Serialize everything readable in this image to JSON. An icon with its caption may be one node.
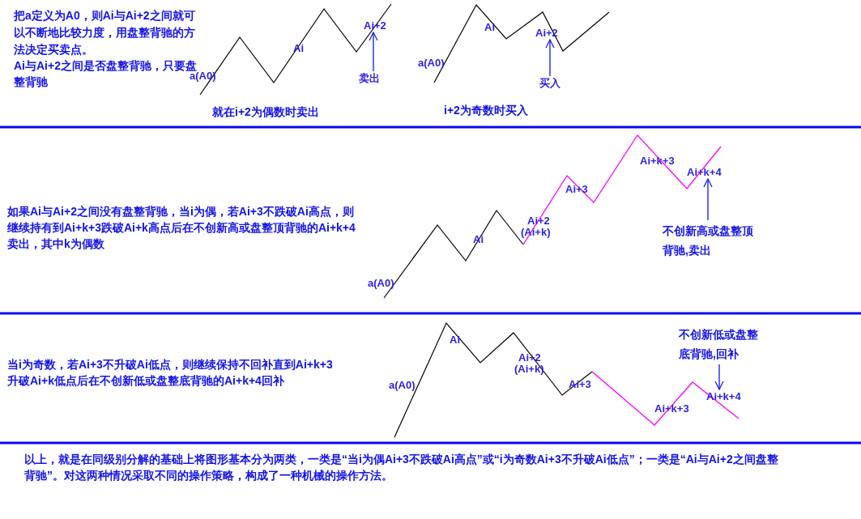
{
  "diagram": {
    "nodes": [
      {
        "text": [
          "Ai+2"
        ]
      },
      {
        "text": [
          "卖出"
        ]
      },
      {
        "text": [
          "Ai+2"
        ]
      },
      {
        "text": [
          "买入"
        ]
      },
      {
        "text": [
          "Ai+k+4"
        ]
      },
      {
        "text": [
          "不创新高或盘整顶背驰,卖出"
        ]
      },
      {
        "text": [
          "不创新低或盘整底背驰,回补"
        ]
      },
      {
        "text": [
          "Ai+k+4"
        ]
      }
    ],
    "edges": [
      {
        "from": 1,
        "to": 0,
        "arrow": "to"
      },
      {
        "from": 3,
        "to": 2,
        "arrow": "to"
      },
      {
        "from": 5,
        "to": 4,
        "arrow": "to"
      },
      {
        "from": 6,
        "to": 7,
        "arrow": "to"
      }
    ],
    "labels": [
      "把a定义为A0，则Ai与Ai+2之间就可以不断地比较力度，用盘整背驰的方法决定买卖点。",
      "Ai与Ai+2之间是否盘整背驰，只要盘整背驰",
      "a(A0)",
      "Ai",
      "就在i+2为偶数时卖出",
      "a(A0)",
      "Ai",
      "i+2为奇数时买入",
      "如果Ai与Ai+2之间没有盘整背驰，当i为偶，若Ai+3不跌破Ai高点，则继续持有到Ai+k+3跌破Ai+k高点后在不创新高或盘整顶背驰的Ai+k+4卖出，其中k为偶数",
      "a(A0)",
      "Ai",
      "Ai+2",
      "(Ai+k)",
      "Ai+3",
      "Ai+k+3",
      "当i为奇数，若Ai+3不升破Ai低点，则继续保持不回补直到Ai+k+3升破Ai+k低点后在不创新低或盘整底背驰的Ai+k+4回补",
      "a(A0)",
      "Ai",
      "Ai+2",
      "(Ai+k)",
      "Ai+3",
      "Ai+k+3",
      "以上，就是在同级别分解的基础上将图形基本分为两类，一类是“当i为偶Ai+3不跌破Ai高点”或“i为奇数Ai+3不升破Ai低点”；一类是“Ai与Ai+2之间盘整背驰”。对这两种情况采取不同的操作策略，构成了一种机械的操作方法。"
    ]
  }
}
